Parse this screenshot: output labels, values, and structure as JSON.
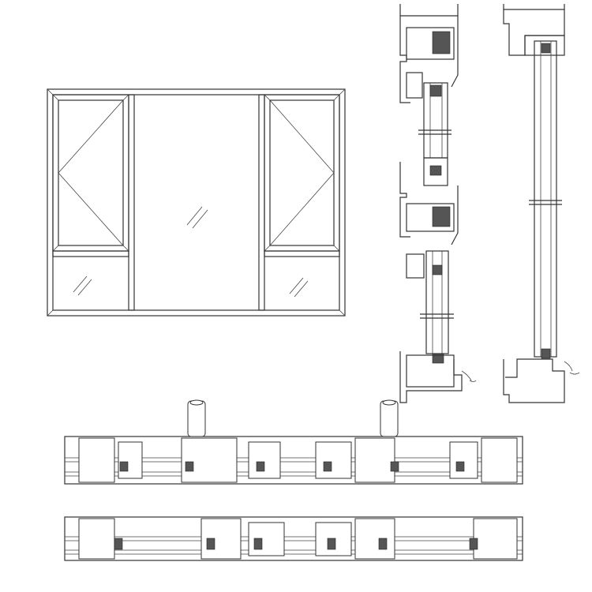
{
  "drawing": {
    "background_color": "#ffffff",
    "line_color": "#333333",
    "views": [
      "front-elevation",
      "vertical-section-opening",
      "vertical-section-fixed",
      "horizontal-section-top",
      "horizontal-section-bottom"
    ]
  }
}
